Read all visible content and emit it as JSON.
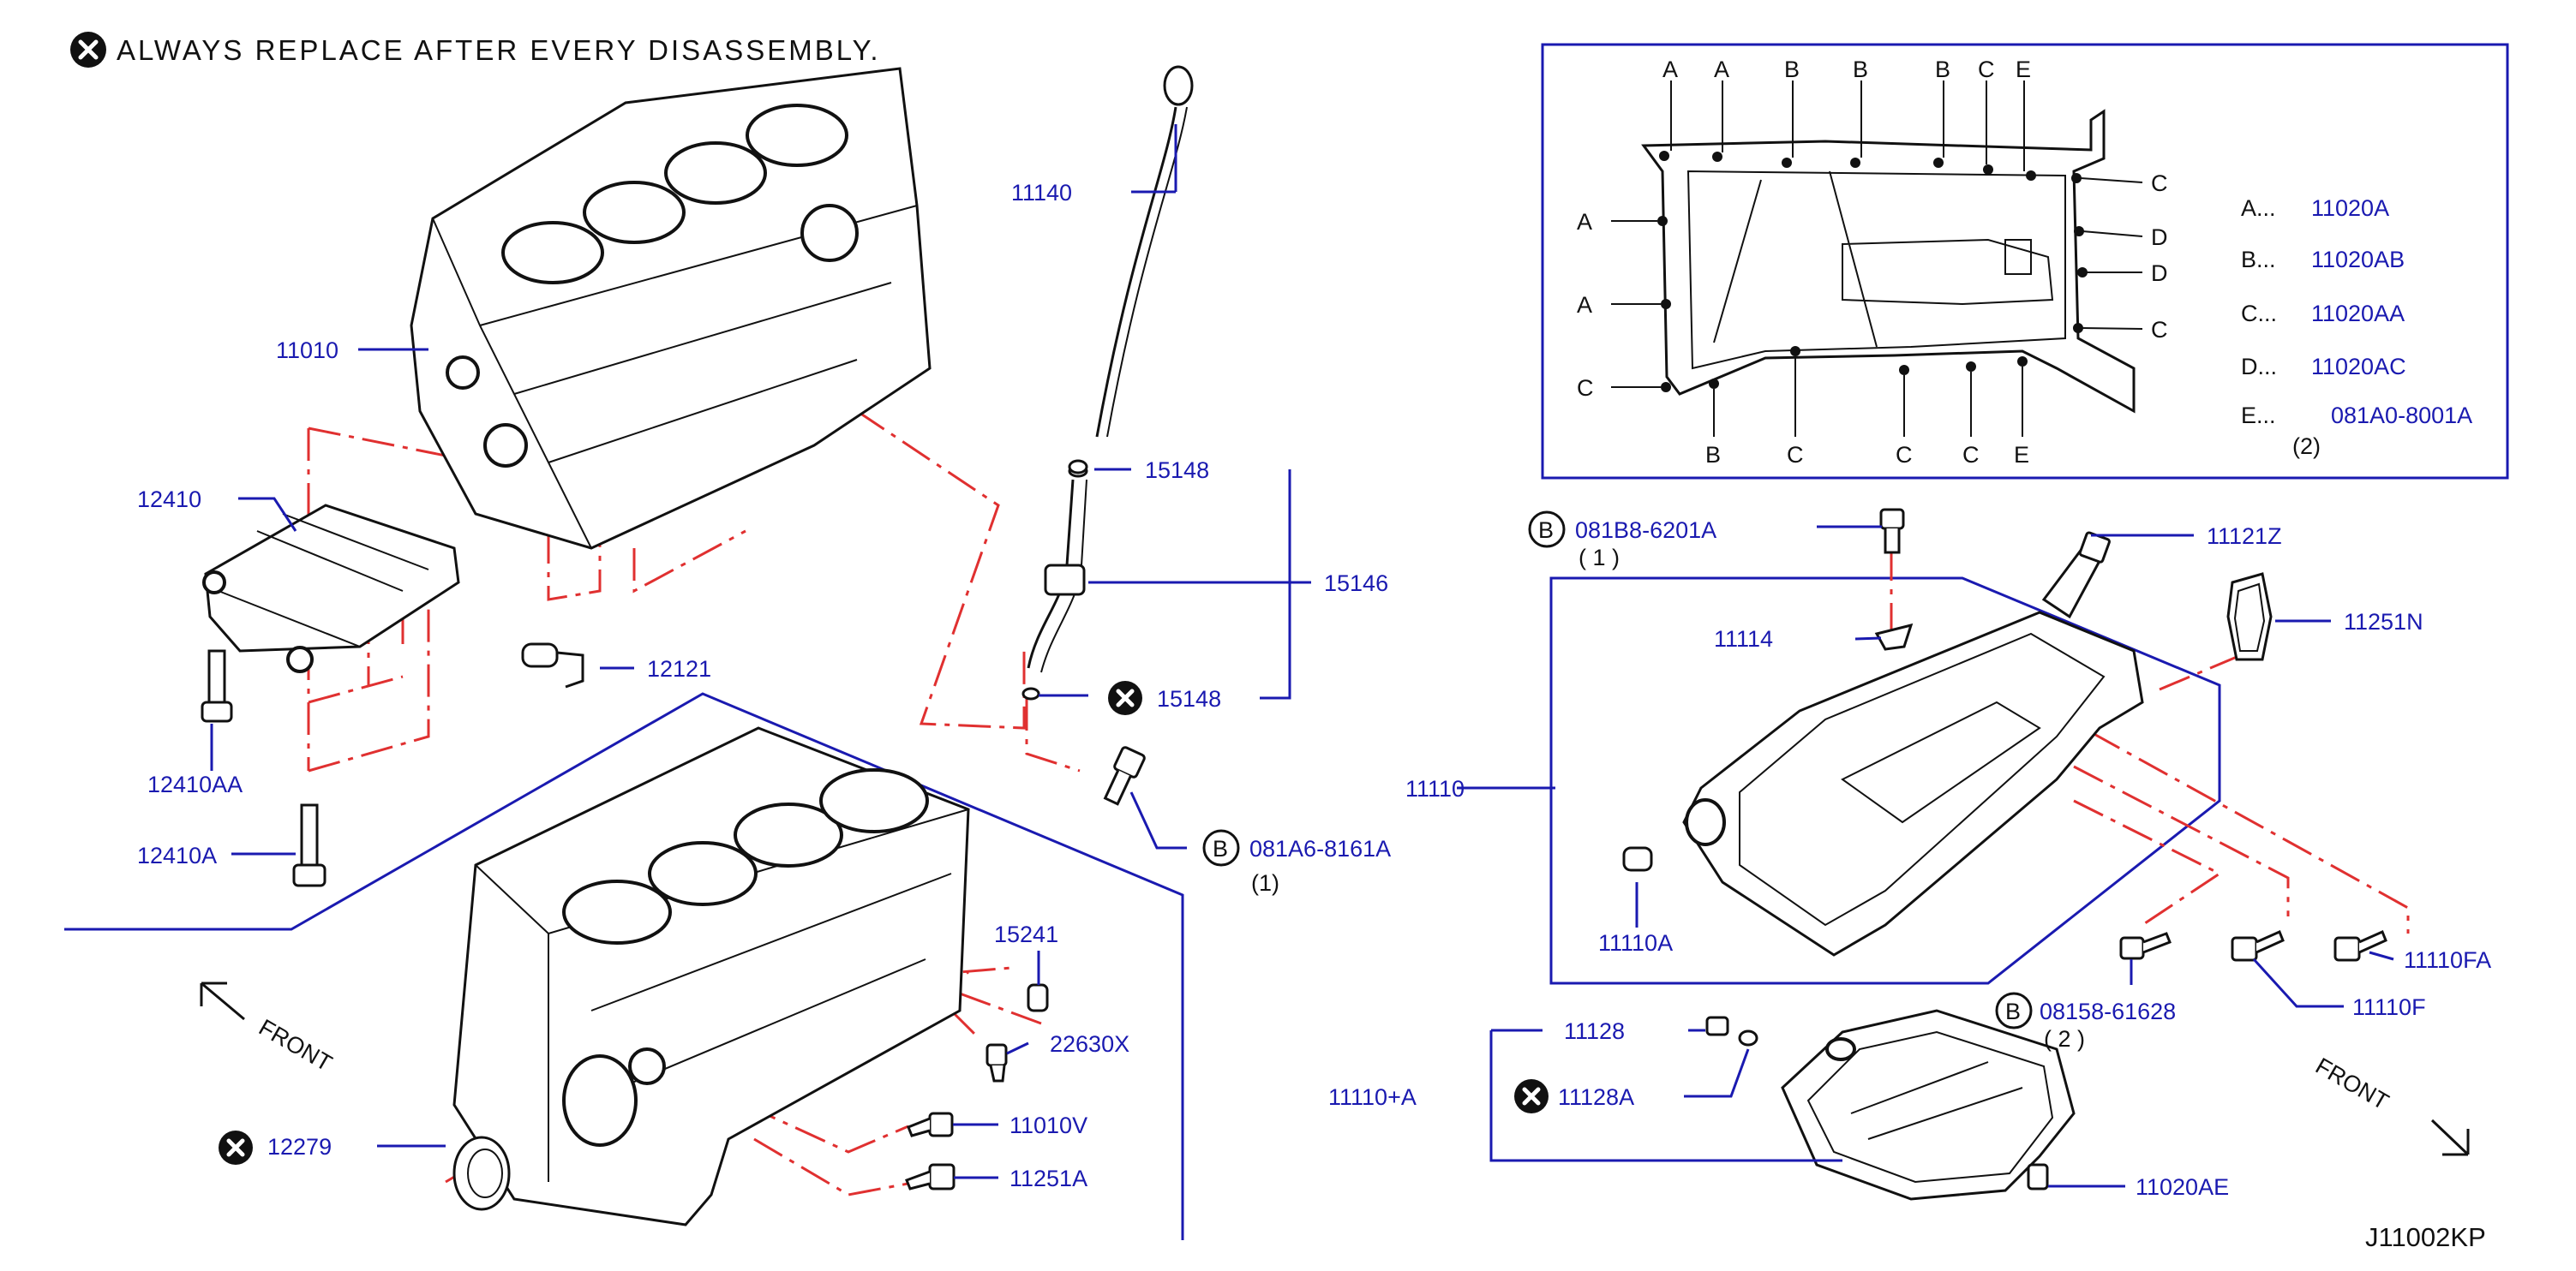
{
  "header": {
    "note": "ALWAYS  REPLACE  AFTER  EVERY  DISASSEMBLY."
  },
  "diagram_code": "J11002KP",
  "front_labels": [
    "FRONT",
    "FRONT"
  ],
  "bolt_prefix": "B",
  "parts": [
    {
      "id": "11010",
      "replace": false
    },
    {
      "id": "11140",
      "replace": false
    },
    {
      "id": "12410",
      "replace": false
    },
    {
      "id": "12121",
      "replace": false
    },
    {
      "id": "12410AA",
      "replace": false
    },
    {
      "id": "12410A",
      "replace": false
    },
    {
      "id": "15148",
      "replace": false
    },
    {
      "id": "15146",
      "replace": false
    },
    {
      "id": "15148",
      "replace": true
    },
    {
      "id": "081A6-8161A",
      "qty": "(1)",
      "bolt": true
    },
    {
      "id": "15241",
      "replace": false
    },
    {
      "id": "22630X",
      "replace": false
    },
    {
      "id": "11010V",
      "replace": false
    },
    {
      "id": "11251A",
      "replace": false
    },
    {
      "id": "12279",
      "replace": true
    },
    {
      "id": "081B8-6201A",
      "qty": "( 1 )",
      "bolt": true
    },
    {
      "id": "11121Z",
      "replace": false
    },
    {
      "id": "11114",
      "replace": false
    },
    {
      "id": "11251N",
      "replace": false
    },
    {
      "id": "11110",
      "replace": false
    },
    {
      "id": "11110A",
      "replace": false
    },
    {
      "id": "08158-61628",
      "qty": "( 2 )",
      "bolt": true
    },
    {
      "id": "11110FA",
      "replace": false
    },
    {
      "id": "11110F",
      "replace": false
    },
    {
      "id": "11128",
      "replace": false
    },
    {
      "id": "11110+A",
      "replace": false
    },
    {
      "id": "11128A",
      "replace": true
    },
    {
      "id": "11020AE",
      "replace": false
    }
  ],
  "legend": [
    {
      "key": "A...",
      "value": "11020A"
    },
    {
      "key": "B...",
      "value": "11020AB"
    },
    {
      "key": "C...",
      "value": "11020AA"
    },
    {
      "key": "D...",
      "value": "11020AC"
    },
    {
      "key": "E...",
      "value": "081A0-8001A"
    }
  ],
  "legend_e_qty": "(2)",
  "pan_bolt_letters": {
    "top": [
      "A",
      "A",
      "B",
      "B",
      "B",
      "C",
      "E"
    ],
    "left": [
      "A",
      "A",
      "C"
    ],
    "right": [
      "C",
      "D",
      "D",
      "C"
    ],
    "bottom": [
      "B",
      "C",
      "C",
      "C",
      "E"
    ]
  },
  "colors": {
    "label": "#1a1ab0",
    "dash": "#e03030",
    "ink": "#111111"
  }
}
